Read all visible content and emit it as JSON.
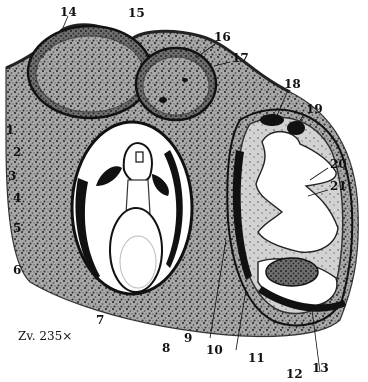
{
  "figure": {
    "caption": "Zv. 235×",
    "labels": {
      "l1": "1",
      "l2": "2",
      "l3": "3",
      "l4": "4",
      "l5": "5",
      "l6": "6",
      "l7": "7",
      "l8": "8",
      "l9": "9",
      "l10": "10",
      "l11": "11",
      "l12": "12",
      "l13": "13",
      "l14": "14",
      "l15": "15",
      "l16": "16",
      "l17": "17",
      "l18": "18",
      "l19": "19",
      "l20": "20",
      "l21": "21"
    }
  }
}
